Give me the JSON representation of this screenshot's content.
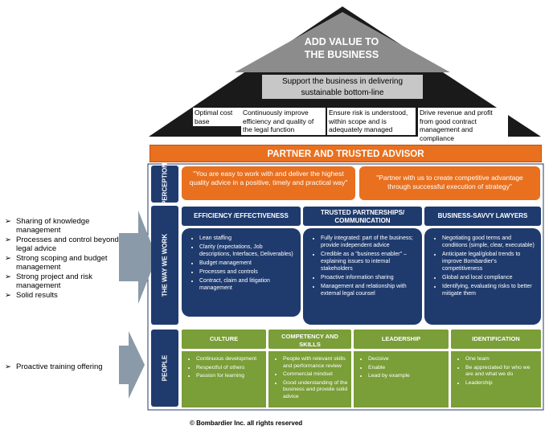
{
  "roof": {
    "title_line1": "ADD VALUE TO",
    "title_line2": "THE BUSINESS",
    "subtitle_line1": "Support the business in delivering",
    "subtitle_line2": "sustainable bottom-line",
    "goals": [
      "Optimal cost base",
      "Continuously improve efficiency and quality of the legal function",
      "Ensure risk is understood, within scope and is adequately managed",
      "Drive revenue and profit from good contract management and compliance"
    ]
  },
  "banner": "PARTNER AND TRUSTED ADVISOR",
  "labels": {
    "perception": "PERCEPTION",
    "way_we_work": "THE WAY WE WORK",
    "people": "PEOPLE"
  },
  "perception": [
    "\"You are easy to work with and deliver the highest quality advice in a positive, timely and practical way\"",
    "\"Partner with us to create competitive advantage through successful execution of strategy\""
  ],
  "way_we_work": [
    {
      "heading": "EFFICIENCY /EFFECTIVENESS",
      "items": [
        "Lean staffing",
        "Clarity (expectations, Job descriptions, Interfaces, Deliverables)",
        "Budget management",
        "Processes and controls",
        "Contract, claim and litigation management"
      ]
    },
    {
      "heading": "TRUSTED PARTNERSHIPS/ COMMUNICATION",
      "items": [
        "Fully integrated: part of the business; provide independent advice",
        "Credible as a \"business enabler\" – explaining issues to internal stakeholders",
        "Proactive information sharing",
        "Management and relationship with external legal counsel"
      ]
    },
    {
      "heading": "BUSINESS-SAVVY LAWYERS",
      "items": [
        "Negotiating good terms and conditions (simple, clear, executable)",
        "Anticipate legal/global trends to improve Bombardier's competitiveness",
        "Global and local compliance",
        "Identifying, evaluating risks to better mitigate them"
      ]
    }
  ],
  "people": [
    {
      "heading": "CULTURE",
      "items": [
        "Continuous development",
        "Respectful of others",
        "Passion for learning"
      ]
    },
    {
      "heading": "COMPETENCY AND SKILLS",
      "items": [
        "People with relevant skills and performance review",
        "Commercial mindset",
        "Good understanding of the business and provide solid advice"
      ]
    },
    {
      "heading": "LEADERSHIP",
      "items": [
        "Decisive",
        "Enable",
        "Lead by example"
      ]
    },
    {
      "heading": "IDENTIFICATION",
      "items": [
        "One team",
        "Be appreciated for who we are and what we do",
        "Leadership"
      ]
    }
  ],
  "side_work": [
    "Sharing of knowledge management",
    "Processes and control beyond legal advice",
    "Strong scoping and budget management",
    "Strong project and risk management",
    "Solid results"
  ],
  "side_people": [
    "Proactive training offering"
  ],
  "bullet_mark": "➢",
  "copyright": "© Bombardier Inc. all rights reserved"
}
